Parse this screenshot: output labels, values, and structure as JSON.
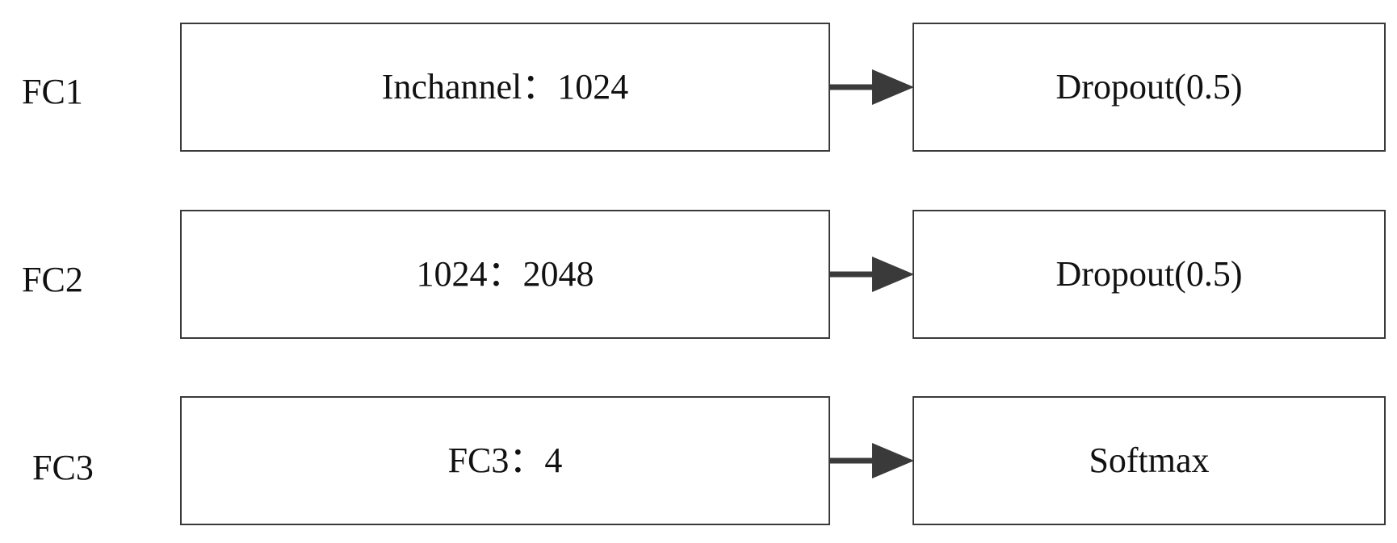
{
  "diagram": {
    "line_color": "#3a3a3a",
    "rows": [
      {
        "label": "FC1",
        "left_box": "Inchannel：1024",
        "right_box": "Dropout(0.5)"
      },
      {
        "label": "FC2",
        "left_box": "1024：2048",
        "right_box": "Dropout(0.5)"
      },
      {
        "label": "FC3",
        "left_box": "FC3：4",
        "right_box": "Softmax"
      }
    ]
  }
}
